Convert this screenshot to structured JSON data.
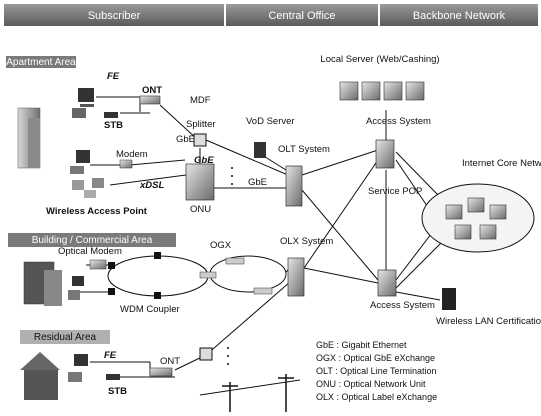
{
  "header": {
    "subscriber": "Subscriber",
    "central_office": "Central Office",
    "backbone": "Backbone Network"
  },
  "areas": {
    "apartment": "Apartment Area",
    "building": "Building / Commercial Area",
    "residual": "Residual Area"
  },
  "labels": {
    "fe_top": "FE",
    "ont_top": "ONT",
    "stb_top": "STB",
    "mdf": "MDF",
    "splitter": "Splitter",
    "gbe_1": "GbE",
    "gbe_2": "GbE",
    "gbe_3": "GbE",
    "modem": "Modem",
    "xdsl": "xDSL",
    "onu": "ONU",
    "wireless_ap": "Wireless Access Point",
    "vod_server": "VoD Server",
    "olt_system": "OLT System",
    "olx_system": "OLX System",
    "local_server": "Local Server (Web/Cashing)",
    "access_system_top": "Access System",
    "access_system_bottom": "Access System",
    "service_pop": "Service POP",
    "internet_core": "Internet Core Network",
    "ogx": "OGX",
    "optical_modem": "Optical Modem",
    "wdm_coupler": "WDM Coupler",
    "fe_bottom": "FE",
    "ont_bottom": "ONT",
    "stb_bottom": "STB",
    "wireless_lan": "Wireless LAN Certification Server"
  },
  "legend": [
    "GbE : Gigabit Ethernet",
    "OGX : Optical GbE eXchange",
    "OLT : Optical Line Termination",
    "ONU : Optical Network Unit",
    "OLX : Optical Label eXchange"
  ]
}
